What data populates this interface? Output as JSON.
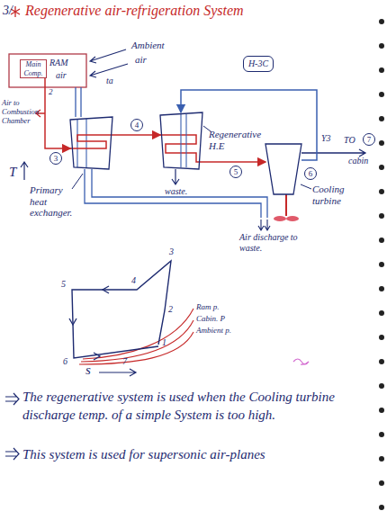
{
  "diagram": {
    "title": "Regenerative air-refrigeration System",
    "nodes": [
      {
        "text": [
          "Main Comp."
        ]
      },
      {
        "text": [
          "H-3C"
        ]
      },
      {
        "text": [
          "Primary heat exchanger."
        ]
      },
      {
        "text": [
          "Regenerative H.E"
        ]
      },
      {
        "text": [
          "Cooling turbine"
        ]
      }
    ],
    "edges": [
      {
        "from": 0,
        "to": 2,
        "arrow": "to"
      },
      {
        "from": 2,
        "to": 3,
        "arrow": "to"
      },
      {
        "from": 3,
        "to": 4,
        "arrow": "to"
      },
      {
        "from": 4,
        "to": 3,
        "arrow": "to"
      }
    ],
    "labels": [
      "3/",
      "RAM",
      "air",
      "Ambient",
      "air",
      "ta",
      "Air to Combustion Chamber",
      "2",
      "3",
      "4",
      "5",
      "6",
      "Y3",
      "TO",
      "7",
      "cabin",
      "waste.",
      "Air discharge to waste.",
      "T",
      "5",
      "4",
      "3",
      "2",
      "1",
      "6",
      "7",
      "Ram p.",
      "Cabin. P",
      "Ambient p.",
      "s",
      "The regenerative system is used when the Cooling turbine discharge temp. of a simple System is too high.",
      "This system is used for supersonic air-planes"
    ]
  }
}
